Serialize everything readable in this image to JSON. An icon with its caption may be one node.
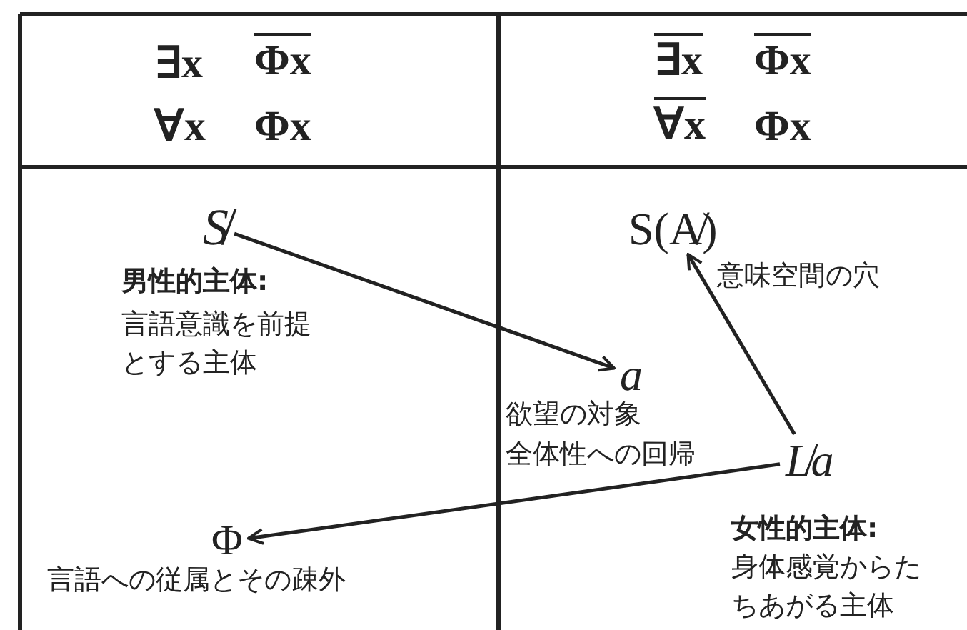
{
  "diagram": {
    "nodes": [
      {
        "text": [
          "S̸"
        ],
        "beside": [
          "男性的主体:",
          "言語意識を前提とする主体"
        ]
      },
      {
        "text": [
          "a"
        ],
        "beside": [
          "欲望の対象",
          "全体性への回帰"
        ]
      },
      {
        "text": [
          "S(A̸)"
        ],
        "beside": [
          "意味空間の穴"
        ]
      },
      {
        "text": [
          "L̸a"
        ],
        "beside": [
          "女性的主体:",
          "身体感覚からたちあがる主体"
        ]
      },
      {
        "text": [
          "Φ"
        ],
        "beside": [
          "言語への従属とその疎外"
        ]
      }
    ],
    "edges": [
      {
        "from": 0,
        "to": 1,
        "arrow": "to"
      },
      {
        "from": 3,
        "to": 2,
        "arrow": "to"
      },
      {
        "from": 3,
        "to": 4,
        "arrow": "to"
      }
    ],
    "labels": [
      "∃x",
      "Φx",
      "∀x",
      "Φx",
      "∃x",
      "Φx",
      "∀x",
      "Φx"
    ]
  }
}
